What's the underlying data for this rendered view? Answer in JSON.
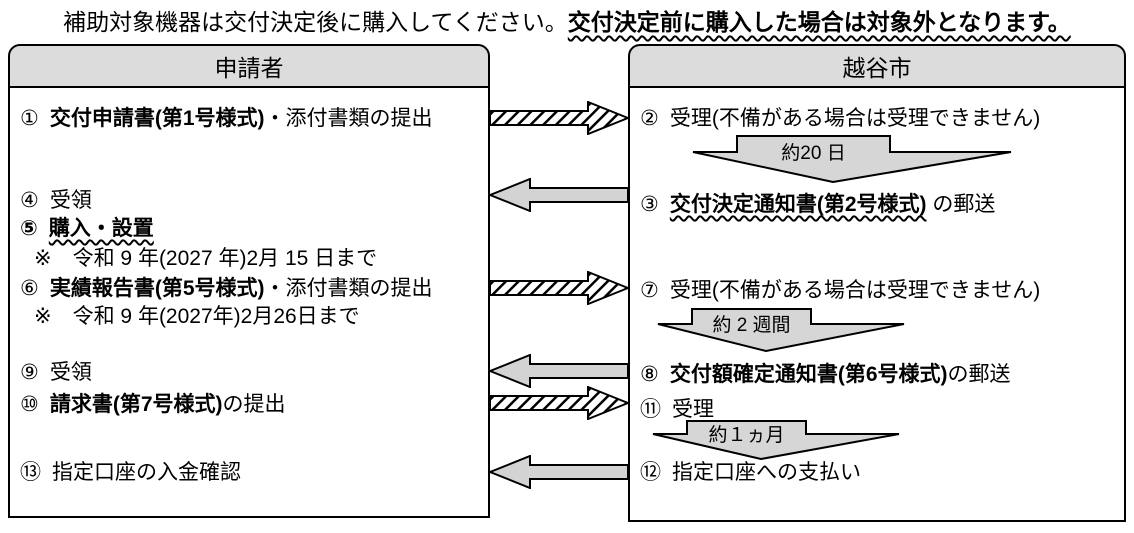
{
  "title": {
    "normal": "補助対象機器は交付決定後に購入してください。",
    "emphasis": "交付決定前に購入した場合は対象外となります。"
  },
  "colors": {
    "border": "#000000",
    "header_fill": "#dcdcdc",
    "solid_arrow_fill": "#d3d3d3",
    "wait_shape_fill": "#d6d6d6",
    "hatch_stripe": "#000000"
  },
  "left_panel": {
    "header": "申請者",
    "items": [
      {
        "num": "①",
        "segments": [
          {
            "text": "交付申請書(第1号様式)",
            "bold": true
          },
          {
            "text": "・添付書類の提出"
          }
        ]
      },
      {
        "num": "④",
        "segments": [
          {
            "text": "受領"
          }
        ]
      },
      {
        "num": "⑤",
        "bold_all": true,
        "wavy_all": true,
        "segments": [
          {
            "text": "購入・設置",
            "bold": true
          }
        ]
      },
      {
        "type": "note",
        "text": "※　令和 9 年(2027 年)2月 15 日まで"
      },
      {
        "num": "⑥",
        "segments": [
          {
            "text": "実績報告書(第5号様式)",
            "bold": true
          },
          {
            "text": "・添付書類の提出"
          }
        ]
      },
      {
        "type": "note",
        "text": "※　令和 9 年(2027年)2月26日まで"
      },
      {
        "num": "⑨",
        "segments": [
          {
            "text": "受領"
          }
        ]
      },
      {
        "num": "⑩",
        "segments": [
          {
            "text": "請求書(第7号様式)",
            "bold": true
          },
          {
            "text": "の提出"
          }
        ]
      },
      {
        "num": "⑬",
        "segments": [
          {
            "text": "指定口座の入金確認"
          }
        ]
      }
    ]
  },
  "right_panel": {
    "header": "越谷市",
    "items": [
      {
        "num": "②",
        "segments": [
          {
            "text": "受理(不備がある場合は受理できません)"
          }
        ]
      },
      {
        "num": "③",
        "segments": [
          {
            "text": "交付決定通知書(第2号様式)",
            "bold": true,
            "wavy": true
          },
          {
            "text": " の郵送"
          }
        ]
      },
      {
        "num": "⑦",
        "segments": [
          {
            "text": "受理(不備がある場合は受理できません)"
          }
        ]
      },
      {
        "num": "⑧",
        "segments": [
          {
            "text": "交付額確定通知書(第6号様式)",
            "bold": true
          },
          {
            "text": "の郵送"
          }
        ]
      },
      {
        "num": "⑪",
        "segments": [
          {
            "text": "受理"
          }
        ]
      },
      {
        "num": "⑫",
        "segments": [
          {
            "text": "指定口座への支払い"
          }
        ]
      }
    ],
    "wait_steps": [
      {
        "label": "約20 日"
      },
      {
        "label": "約 2 週間"
      },
      {
        "label": "約１ヵ月"
      }
    ]
  },
  "arrows": [
    {
      "direction": "right",
      "style": "hatched"
    },
    {
      "direction": "left",
      "style": "solid"
    },
    {
      "direction": "right",
      "style": "hatched"
    },
    {
      "direction": "left",
      "style": "solid"
    },
    {
      "direction": "right",
      "style": "hatched"
    },
    {
      "direction": "left",
      "style": "solid"
    }
  ]
}
